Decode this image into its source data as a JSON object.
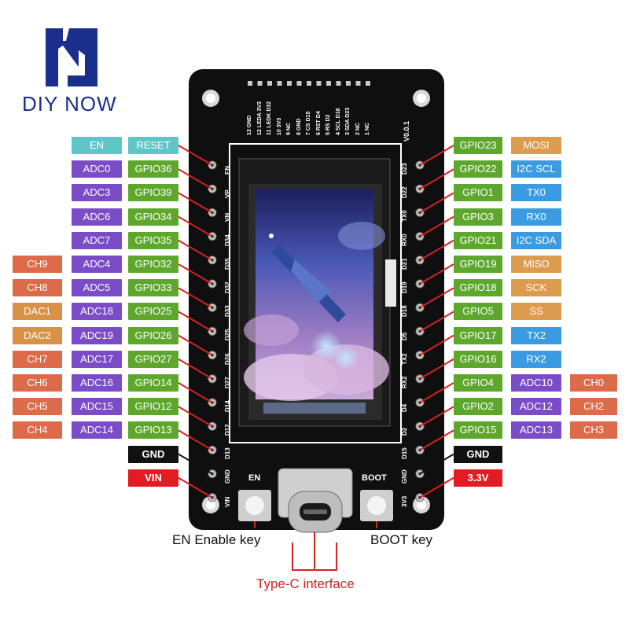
{
  "brand": {
    "name": "DIY NOW",
    "logo": "diy-now-logo"
  },
  "board": {
    "version": "V0.0.1",
    "screen_pins": [
      "13 GND",
      "12 LEDA 3V3",
      "11 LEDK D32",
      "10 3V3",
      "9 NC",
      "8 GND",
      "7 CS D15",
      "6 RST D4",
      "5 RS D2",
      "4 SCL D18",
      "3 SDA D23",
      "2 NC",
      "1 NC"
    ],
    "silk_left": [
      "EN",
      "VP",
      "VN",
      "D34",
      "D35",
      "D32",
      "D33",
      "D25",
      "D26",
      "D27",
      "D14",
      "D12",
      "D13",
      "GND",
      "VIN"
    ],
    "silk_right": [
      "D23",
      "D22",
      "TX0",
      "RX0",
      "D21",
      "D19",
      "D18",
      "D5",
      "TX2",
      "RX2",
      "D4",
      "D2",
      "D15",
      "GND",
      "3V3"
    ],
    "button_en": "EN",
    "button_boot": "BOOT"
  },
  "colors": {
    "adc": "#7b4cc8",
    "gpio": "#5ea72d",
    "ch": "#dd6a48",
    "dac": "#d99145",
    "en": "#5ec6c8",
    "spi": "#dd9b4e",
    "uart_i2c": "#3a9be2",
    "gnd": "#111111",
    "power": "#e31b22",
    "board": "#0f0f0f",
    "logo": "#1a2f8c"
  },
  "left_rows": [
    {
      "col1": "EN",
      "col2": "RESET"
    },
    {
      "col1": "ADC0",
      "col2": "GPIO36"
    },
    {
      "col1": "ADC3",
      "col2": "GPIO39"
    },
    {
      "col1": "ADC6",
      "col2": "GPIO34"
    },
    {
      "col1": "ADC7",
      "col2": "GPIO35"
    },
    {
      "col0": "CH9",
      "col1": "ADC4",
      "col2": "GPIO32"
    },
    {
      "col0": "CH8",
      "col1": "ADC5",
      "col2": "GPIO33"
    },
    {
      "col0": "DAC1",
      "col1": "ADC18",
      "col2": "GPIO25"
    },
    {
      "col0": "DAC2",
      "col1": "ADC19",
      "col2": "GPIO26"
    },
    {
      "col0": "CH7",
      "col1": "ADC17",
      "col2": "GPIO27"
    },
    {
      "col0": "CH6",
      "col1": "ADC16",
      "col2": "GPIO14"
    },
    {
      "col0": "CH5",
      "col1": "ADC15",
      "col2": "GPIO12"
    },
    {
      "col0": "CH4",
      "col1": "ADC14",
      "col2": "GPIO13"
    },
    {
      "col2": "GND"
    },
    {
      "col2": "VIN"
    }
  ],
  "right_rows": [
    {
      "gpio": "GPIO23",
      "func": "MOSI"
    },
    {
      "gpio": "GPIO22",
      "func": "I2C SCL"
    },
    {
      "gpio": "GPIO1",
      "func": "TX0"
    },
    {
      "gpio": "GPIO3",
      "func": "RX0"
    },
    {
      "gpio": "GPIO21",
      "func": "I2C SDA"
    },
    {
      "gpio": "GPIO19",
      "func": "MISO"
    },
    {
      "gpio": "GPIO18",
      "func": "SCK"
    },
    {
      "gpio": "GPIO5",
      "func": "SS"
    },
    {
      "gpio": "GPIO17",
      "func": "TX2"
    },
    {
      "gpio": "GPIO16",
      "func": "RX2"
    },
    {
      "gpio": "GPIO4",
      "func": "ADC10",
      "ch": "CH0"
    },
    {
      "gpio": "GPIO2",
      "func": "ADC12",
      "ch": "CH2"
    },
    {
      "gpio": "GPIO15",
      "func": "ADC13",
      "ch": "CH3"
    },
    {
      "gpio": "GND"
    },
    {
      "gpio": "3.3V"
    }
  ],
  "captions": {
    "en_key": "EN Enable key",
    "boot_key": "BOOT key",
    "typec": "Type-C interface"
  }
}
